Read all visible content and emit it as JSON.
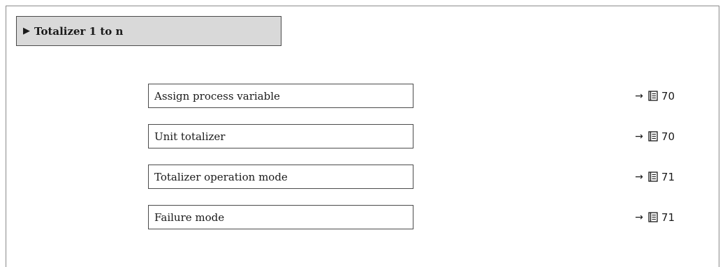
{
  "menu": {
    "header_icon": "triangle-right-icon",
    "header_label": "Totalizer 1 to n"
  },
  "parameters": [
    {
      "label": "Assign process variable",
      "ref_arrow": "→",
      "page": "70"
    },
    {
      "label": "Unit totalizer",
      "ref_arrow": "→",
      "page": "70"
    },
    {
      "label": "Totalizer operation mode",
      "ref_arrow": "→",
      "page": "71"
    },
    {
      "label": "Failure mode",
      "ref_arrow": "→",
      "page": "71"
    }
  ]
}
